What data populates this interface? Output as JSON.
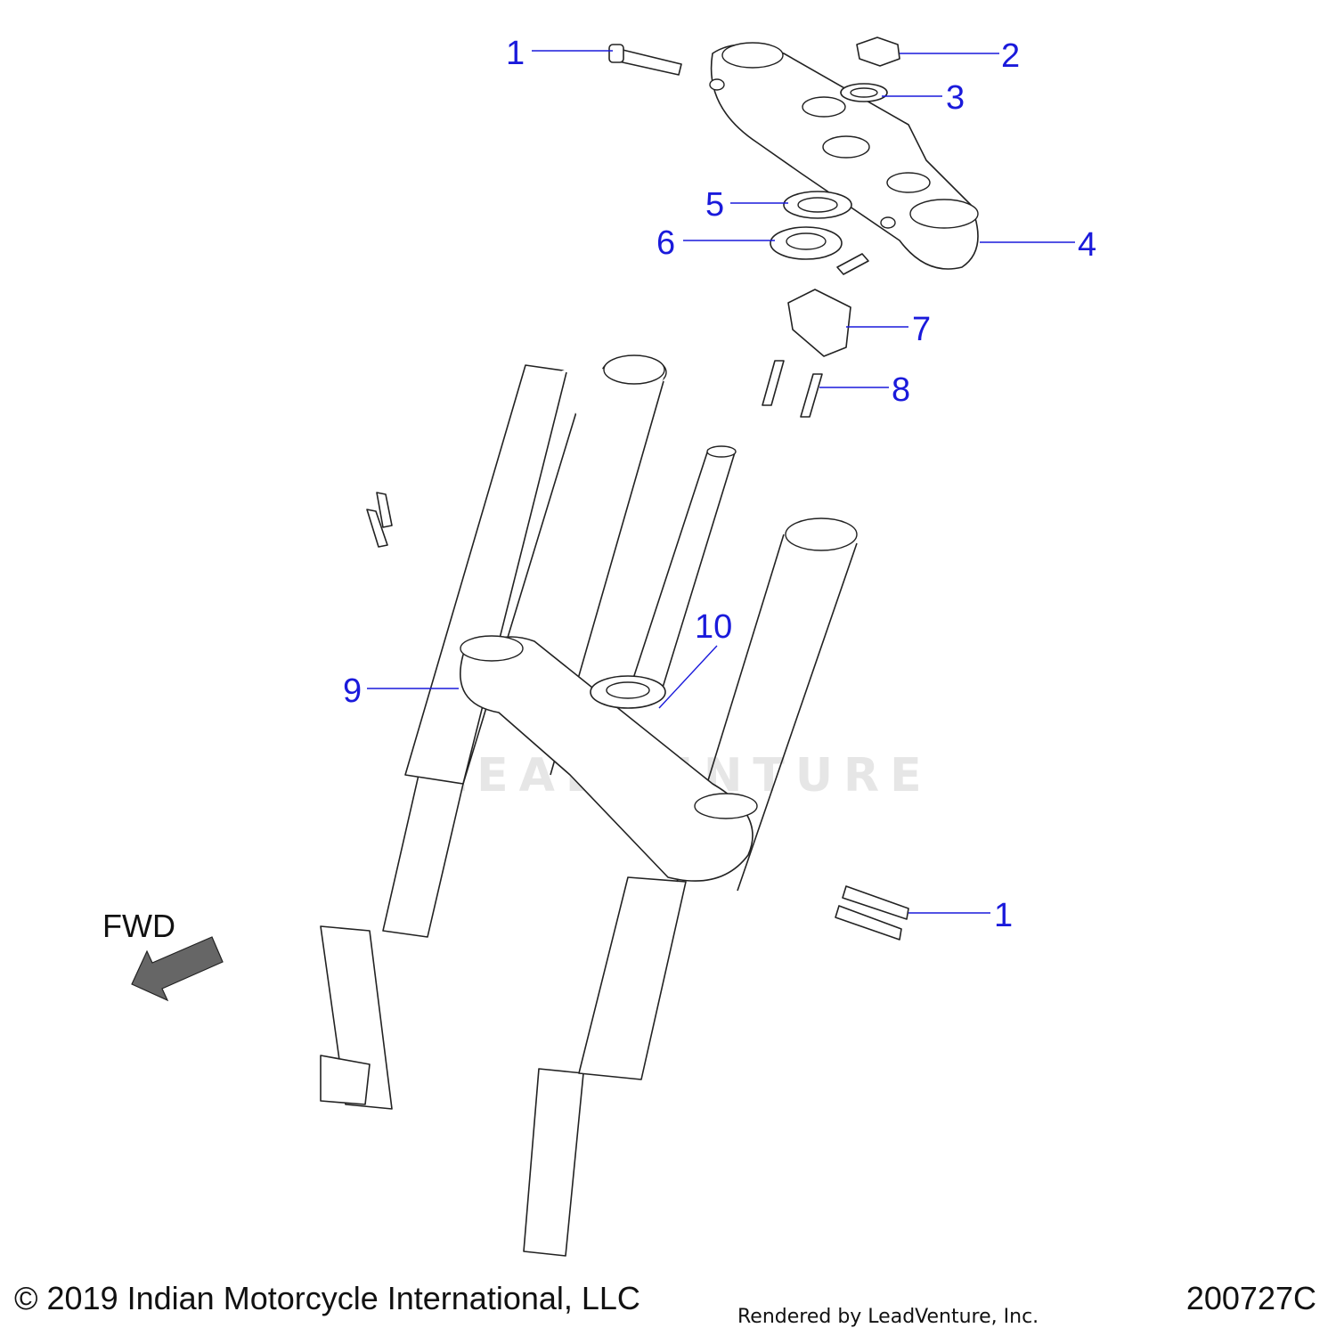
{
  "callouts": {
    "c1_top": "1",
    "c2": "2",
    "c3": "3",
    "c4": "4",
    "c5": "5",
    "c6": "6",
    "c7": "7",
    "c8": "8",
    "c9": "9",
    "c10": "10",
    "c1_bottom": "1"
  },
  "direction_label": "FWD",
  "watermark": "LEADVENTURE",
  "footer": {
    "copyright": "© 2019 Indian Motorcycle International, LLC",
    "rendered_by": "Rendered by LeadVenture, Inc.",
    "drawing_number": "200727C"
  },
  "colors": {
    "callout": "#1a1adb",
    "outline": "#222222",
    "arrow": "#666666"
  }
}
